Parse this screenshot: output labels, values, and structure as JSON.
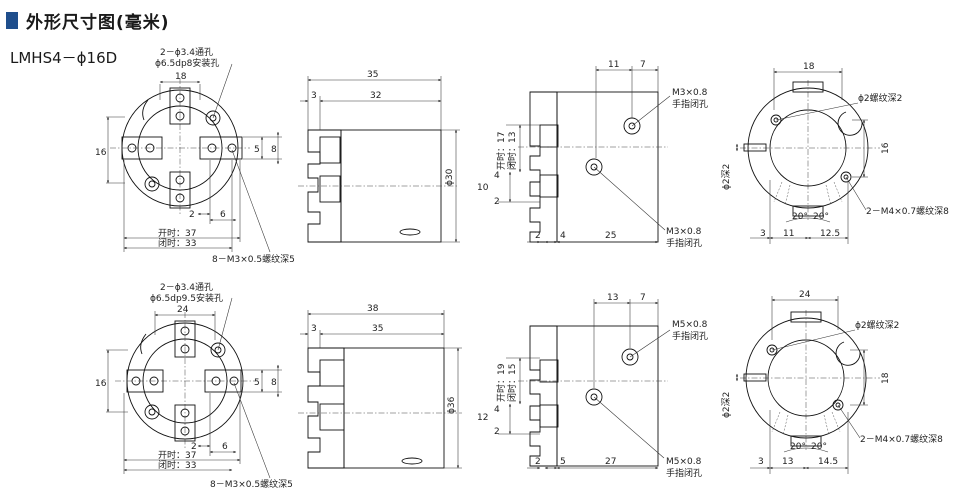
{
  "header": {
    "title": "外形尺寸图(毫米)"
  },
  "model": "LMHS4－ϕ16D",
  "top": {
    "front": {
      "holes_a": "2－ϕ3.4通孔",
      "holes_b": "ϕ6.5dp8安装孔",
      "w18": "18",
      "h16": "16",
      "d5": "5",
      "d8": "8",
      "d2": "2",
      "d6": "6",
      "open": "开时：37",
      "closed": "闭时：33",
      "thread": "8－M3×0.5螺纹深5"
    },
    "side": {
      "l35": "35",
      "l3": "3",
      "l32": "32",
      "dia": "ϕ30"
    },
    "top_view": {
      "w11": "11",
      "w7": "7",
      "m_top_a": "M3×0.8",
      "m_top_b": "手指闭孔",
      "m_bot_a": "M3×0.8",
      "m_bot_b": "手指闭孔",
      "open": "开时：17",
      "closed": "闭时：13",
      "h10": "10",
      "h4": "4",
      "h2": "2",
      "b2": "2",
      "b4": "4",
      "b25": "25"
    },
    "rear": {
      "w18": "18",
      "pin": "ϕ2螺纹深2",
      "dia": "ϕ2深2",
      "h16": "16",
      "thread": "2－M4×0.7螺纹深8",
      "a1": "20°",
      "a2": "20°",
      "b3": "3",
      "b11": "11",
      "b125": "12.5"
    }
  },
  "bottom": {
    "front": {
      "holes_a": "2－ϕ3.4通孔",
      "holes_b": "ϕ6.5dp9.5安装孔",
      "w24": "24",
      "h16": "16",
      "d5": "5",
      "d8": "8",
      "d2": "2",
      "d6": "6",
      "open": "开时：37",
      "closed": "闭时：33",
      "thread": "8－M3×0.5螺纹深5"
    },
    "side": {
      "l38": "38",
      "l3": "3",
      "l35": "35",
      "dia": "ϕ36"
    },
    "top_view": {
      "w13": "13",
      "w7": "7",
      "m_top_a": "M5×0.8",
      "m_top_b": "手指闭孔",
      "m_bot_a": "M5×0.8",
      "m_bot_b": "手指闭孔",
      "open": "开时：19",
      "closed": "闭时：15",
      "h12": "12",
      "h4": "4",
      "h2": "2",
      "b2": "2",
      "b5": "5",
      "b27": "27"
    },
    "rear": {
      "w24": "24",
      "pin": "ϕ2螺纹深2",
      "dia": "ϕ2深2",
      "h18": "18",
      "thread": "2－M4×0.7螺纹深8",
      "a1": "20°",
      "a2": "20°",
      "b3": "3",
      "b13": "13",
      "b145": "14.5"
    }
  }
}
